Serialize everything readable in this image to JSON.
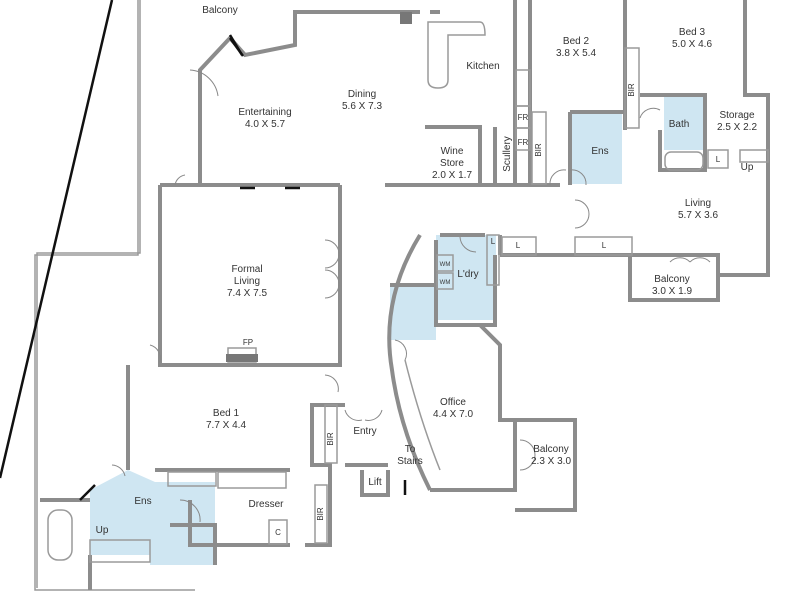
{
  "rooms": {
    "balcony_top": {
      "name": "Balcony"
    },
    "kitchen": {
      "name": "Kitchen"
    },
    "dining": {
      "name": "Dining",
      "size": "5.6 X 7.3"
    },
    "entertaining": {
      "name": "Entertaining",
      "size": "4.0 X 5.7"
    },
    "bed2": {
      "name": "Bed 2",
      "size": "3.8 X 5.4"
    },
    "bed3": {
      "name": "Bed 3",
      "size": "5.0 X 4.6"
    },
    "storage": {
      "name": "Storage",
      "size": "2.5 X 2.2"
    },
    "bath": {
      "name": "Bath"
    },
    "ens2": {
      "name": "Ens"
    },
    "wine_store": {
      "name": "Wine Store",
      "line1": "Wine",
      "line2": "Store",
      "size": "2.0 X 1.7"
    },
    "scullery": {
      "name": "Scullery"
    },
    "living": {
      "name": "Living",
      "size": "5.7 X 3.6"
    },
    "balcony_living": {
      "name": "Balcony",
      "size": "3.0 X 1.9"
    },
    "formal_living": {
      "name": "Formal Living",
      "line1": "Formal",
      "line2": "Living",
      "size": "7.4 X 7.5"
    },
    "laundry": {
      "name": "L'dry"
    },
    "office": {
      "name": "Office",
      "size": "4.4 X 7.0"
    },
    "balcony_office": {
      "name": "Balcony",
      "size": "2.3 X 3.0"
    },
    "bed1": {
      "name": "Bed 1",
      "size": "7.7 X 4.4"
    },
    "entry": {
      "name": "Entry"
    },
    "to_stairs": {
      "line1": "To",
      "line2": "Stairs"
    },
    "lift": {
      "name": "Lift"
    },
    "ens1": {
      "name": "Ens"
    },
    "dresser": {
      "name": "Dresser"
    }
  },
  "fixtures": {
    "fr": "FR",
    "bir": "BIR",
    "linen": "L",
    "up": "Up",
    "wm": "WM",
    "fp": "FP",
    "cupboard": "C"
  }
}
